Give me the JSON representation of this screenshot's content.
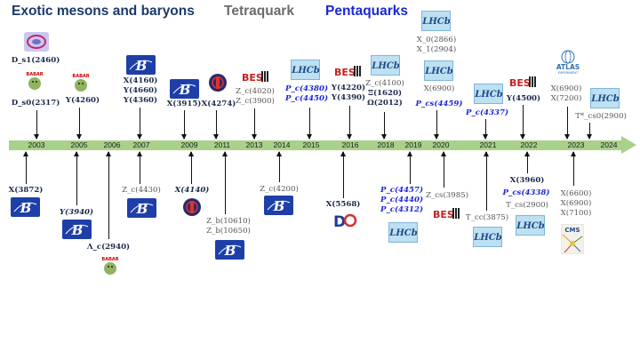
{
  "header": {
    "exotic": "Exotic mesons and baryons",
    "tetra": "Tetraquark",
    "penta": "Pentaquarks"
  },
  "years": [
    "2003",
    "2005",
    "2006",
    "2007",
    "2009",
    "2011",
    "2013",
    "2014",
    "2015",
    "2016",
    "2018",
    "2019",
    "2020",
    "2021",
    "2022",
    "2023",
    "2024"
  ],
  "labels": {
    "ds1": "D_s1(2460)",
    "ds0": "D_s0(2317)",
    "y4260": "Y(4260)",
    "y4160": "X(4160)",
    "y4660": "Y(4660)",
    "y4360": "Y(4360)",
    "x3915": "X(3915)",
    "x4274": "X(4274)",
    "zc4020": "Z_c(4020)",
    "zc3900": "Z_c(3900)",
    "pc4380": "P_c(4380)",
    "pc4450": "P_c(4450)",
    "y4220": "Y(4220)",
    "y4390": "Y(4390)",
    "zc4100": "Z_c(4100)",
    "xi1620": "Ξ(1620)",
    "om2012": "Ω(2012)",
    "x0_2866": "X_0(2866)",
    "x1_2904": "X_1(2904)",
    "x6900a": "X(6900)",
    "pcs4459": "P_cs(4459)",
    "pc4337": "P_c(4337)",
    "y4500": "Y(4500)",
    "x6900b": "X(6900)",
    "x7200": "X(7200)",
    "tcs0": "T*_cs0(2900)",
    "x3872": "X(3872)",
    "y3940": "Y(3940)",
    "lc2940": "Λ_c(2940)",
    "zc4430": "Z_c(4430)",
    "x4140": "X(4140)",
    "zb10610": "Z_b(10610)",
    "zb10650": "Z_b(10650)",
    "zc4200": "Z_c(4200)",
    "x5568": "X(5568)",
    "pc4457": "P_c(4457)",
    "pc4440": "P_c(4440)",
    "pc4312": "P_c(4312)",
    "zcs3985": "Z_cs(3985)",
    "tcc3875": "T_cc(3875)",
    "x3960": "X(3960)",
    "pcs4338": "P_cs(4338)",
    "tcs2900": "T_cs(2900)",
    "x6600": "X(6600)",
    "x6900c": "X(6900)",
    "x7100": "X(7100)"
  },
  "logos": {
    "lhcb_text": "LHCb",
    "bes_text": "BES",
    "atlas_text": "ATLAS",
    "atlas_sub": "EXPERIMENT",
    "cms_text": "CMS",
    "babar_text": "BABAR"
  },
  "colors": {
    "axis": "#a8d18a",
    "dark_label": "#1b2a4a",
    "gray_label": "#555555",
    "pentaquark_blue": "#1a28d6",
    "belle_blue": "#1e3fa8",
    "lhcb_bg": "#bde0f2"
  }
}
